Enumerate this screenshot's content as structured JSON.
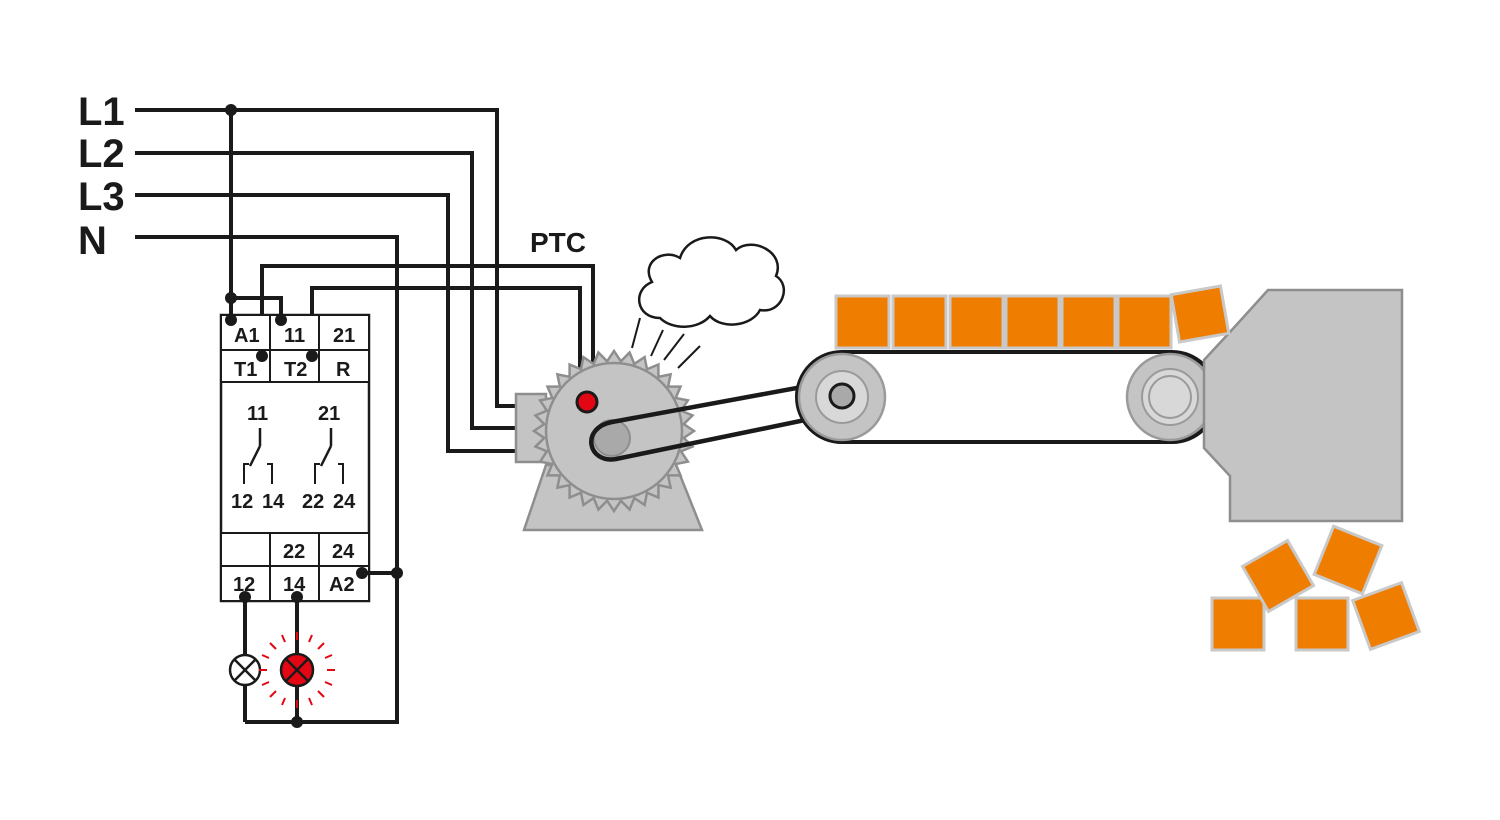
{
  "lines": {
    "l1": "L1",
    "l2": "L2",
    "l3": "L3",
    "n": "N"
  },
  "sensor": {
    "label": "PTC",
    "color": "#e30613"
  },
  "relay": {
    "top_terminals": [
      "A1",
      "11",
      "21"
    ],
    "second_terminals": [
      "T1",
      "T2",
      "R"
    ],
    "contact_top": [
      "11",
      "21"
    ],
    "contact_bottom": [
      "12",
      "14",
      "22",
      "24"
    ],
    "lower_terminals": [
      "",
      "22",
      "24"
    ],
    "bottom_terminals": [
      "12",
      "14",
      "A2"
    ]
  },
  "colors": {
    "crate": "#ef7d00",
    "machine": "#c4c4c4",
    "wire": "#1a1a1a",
    "alarm_lamp": "#e30613"
  },
  "icons": {
    "lamp_off": "lamp-off-icon",
    "lamp_on": "lamp-alarm-icon",
    "cloud": "overheat-cloud-icon",
    "motor": "motor-icon",
    "conveyor": "conveyor-icon",
    "hopper": "hopper-icon"
  }
}
